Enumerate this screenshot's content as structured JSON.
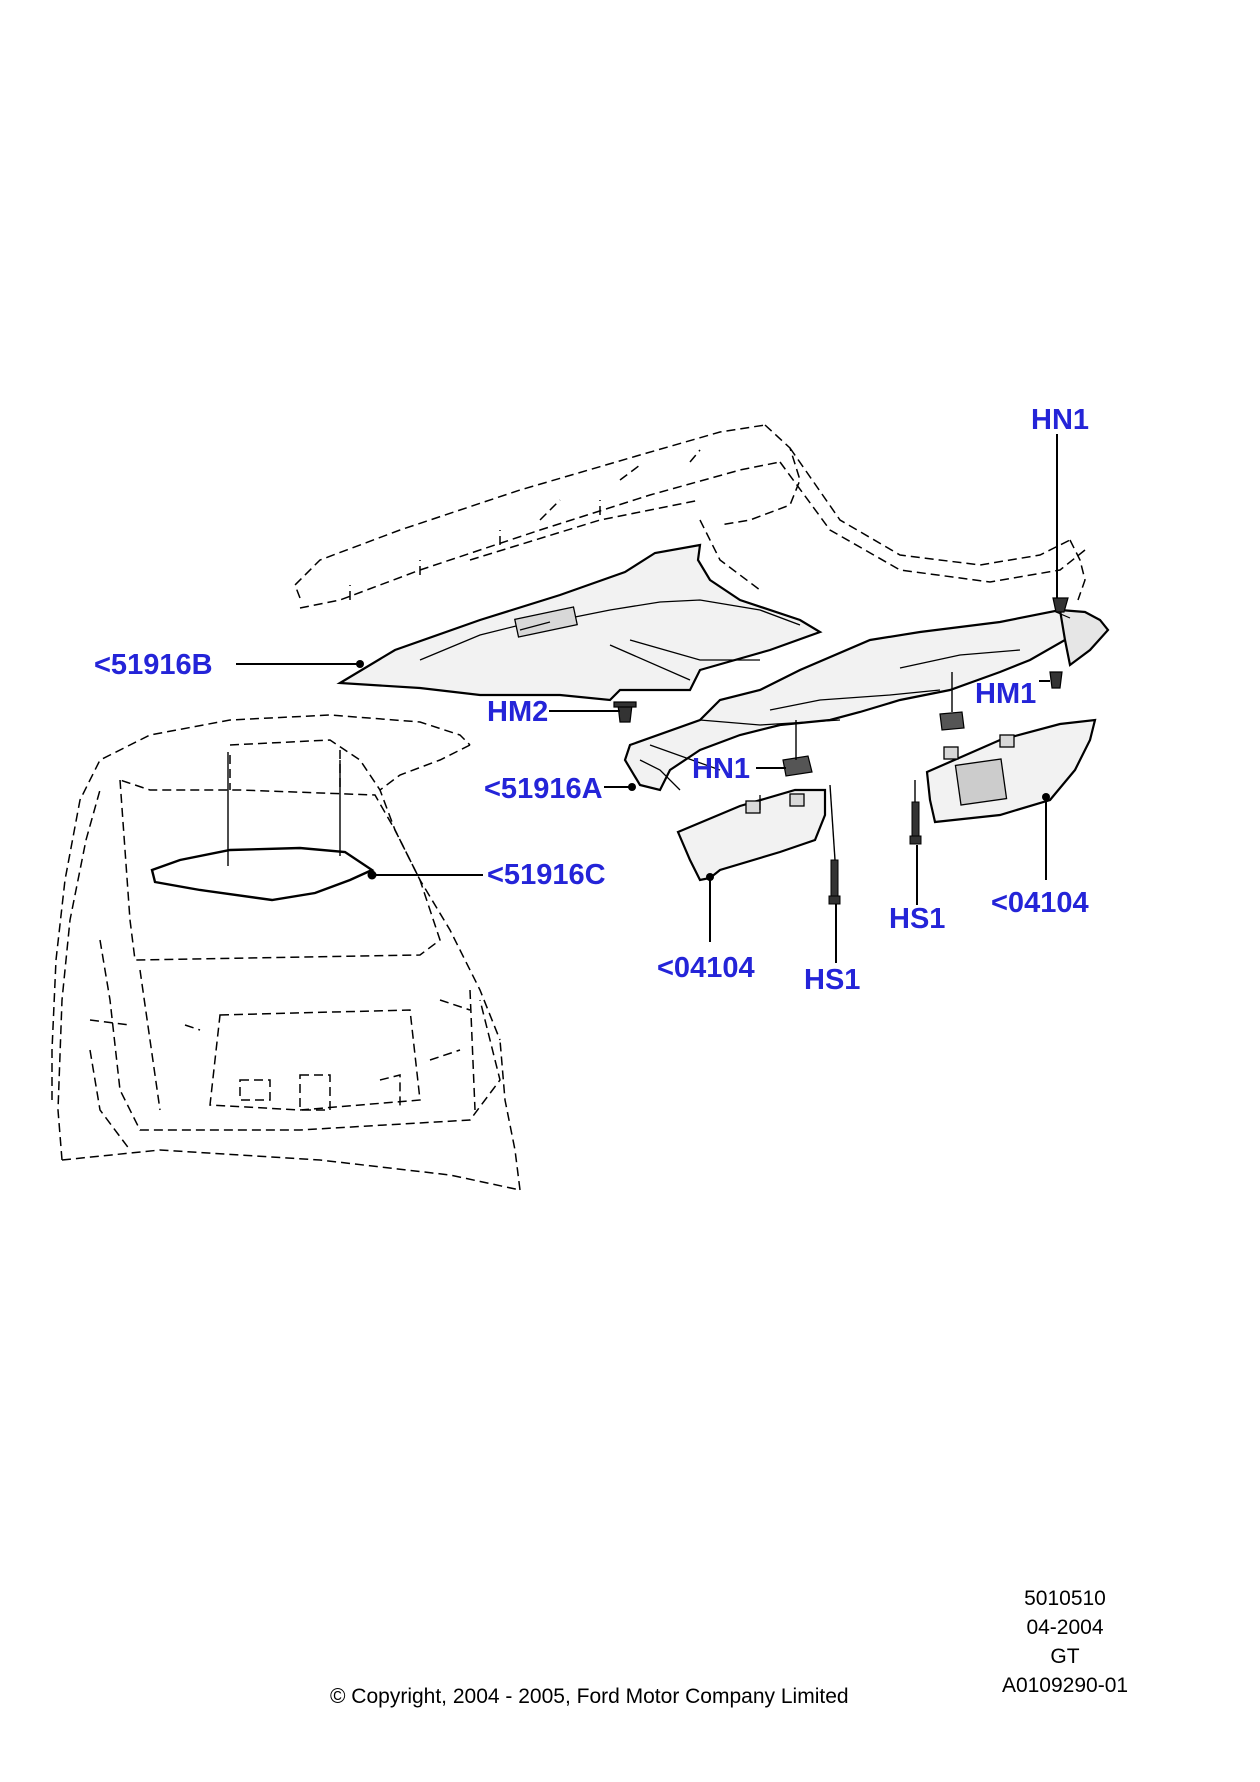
{
  "colors": {
    "callout": "#2424d8",
    "line": "#000000"
  },
  "callouts": {
    "hn1_top": "HN1",
    "part_51916b": "<51916B",
    "hm2": "HM2",
    "hm1": "HM1",
    "hn1_mid": "HN1",
    "part_51916a": "<51916A",
    "part_51916c": "<51916C",
    "hs1_right": "HS1",
    "part_04104_right": "<04104",
    "part_04104_left": "<04104",
    "hs1_left": "HS1"
  },
  "footer": {
    "ref_number": "5010510",
    "date": "04-2004",
    "model": "GT",
    "illustration_id": "A0109290-01",
    "copyright": "© Copyright, 2004 - 2005, Ford Motor Company Limited"
  }
}
